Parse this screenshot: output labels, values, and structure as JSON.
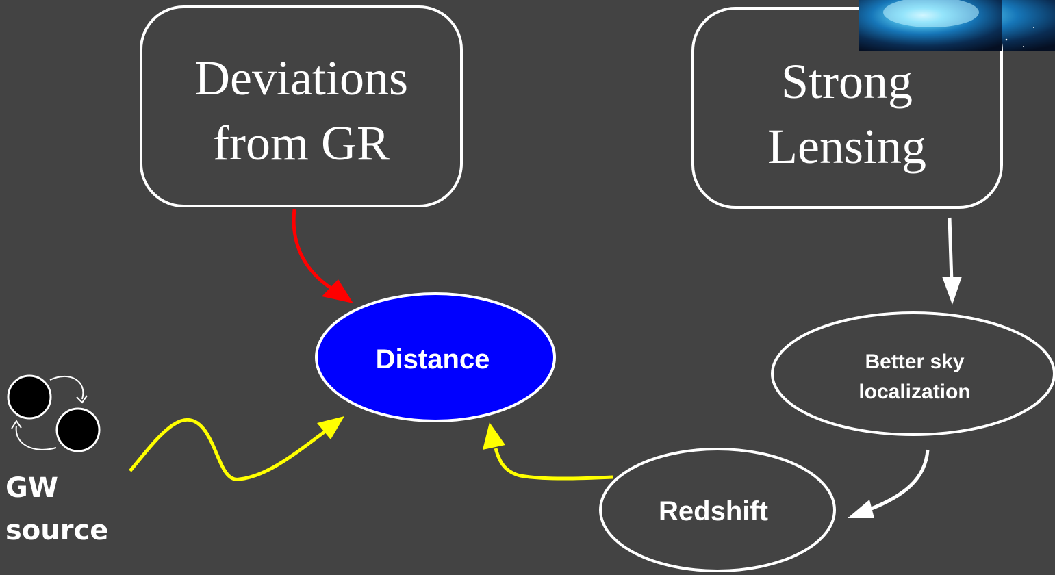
{
  "nodes": {
    "deviations": {
      "line1": "Deviations",
      "line2": "from GR"
    },
    "lensing": {
      "line1": "Strong",
      "line2": "Lensing"
    },
    "distance": {
      "label": "Distance"
    },
    "localization": {
      "line1": "Better sky",
      "line2": "localization"
    },
    "redshift": {
      "label": "Redshift"
    },
    "gw_source": {
      "line1": "GW",
      "line2": "source"
    }
  },
  "colors": {
    "background": "#434343",
    "distance_fill": "#0000ff",
    "deviation_arrow": "#ff0000",
    "gw_arrow": "#ffff00",
    "redshift_arrow": "#ffff00",
    "lensing_arrow": "#ffffff",
    "outline": "#ffffff"
  },
  "image_thumbnail": {
    "icon": "galaxy-lens-image"
  }
}
